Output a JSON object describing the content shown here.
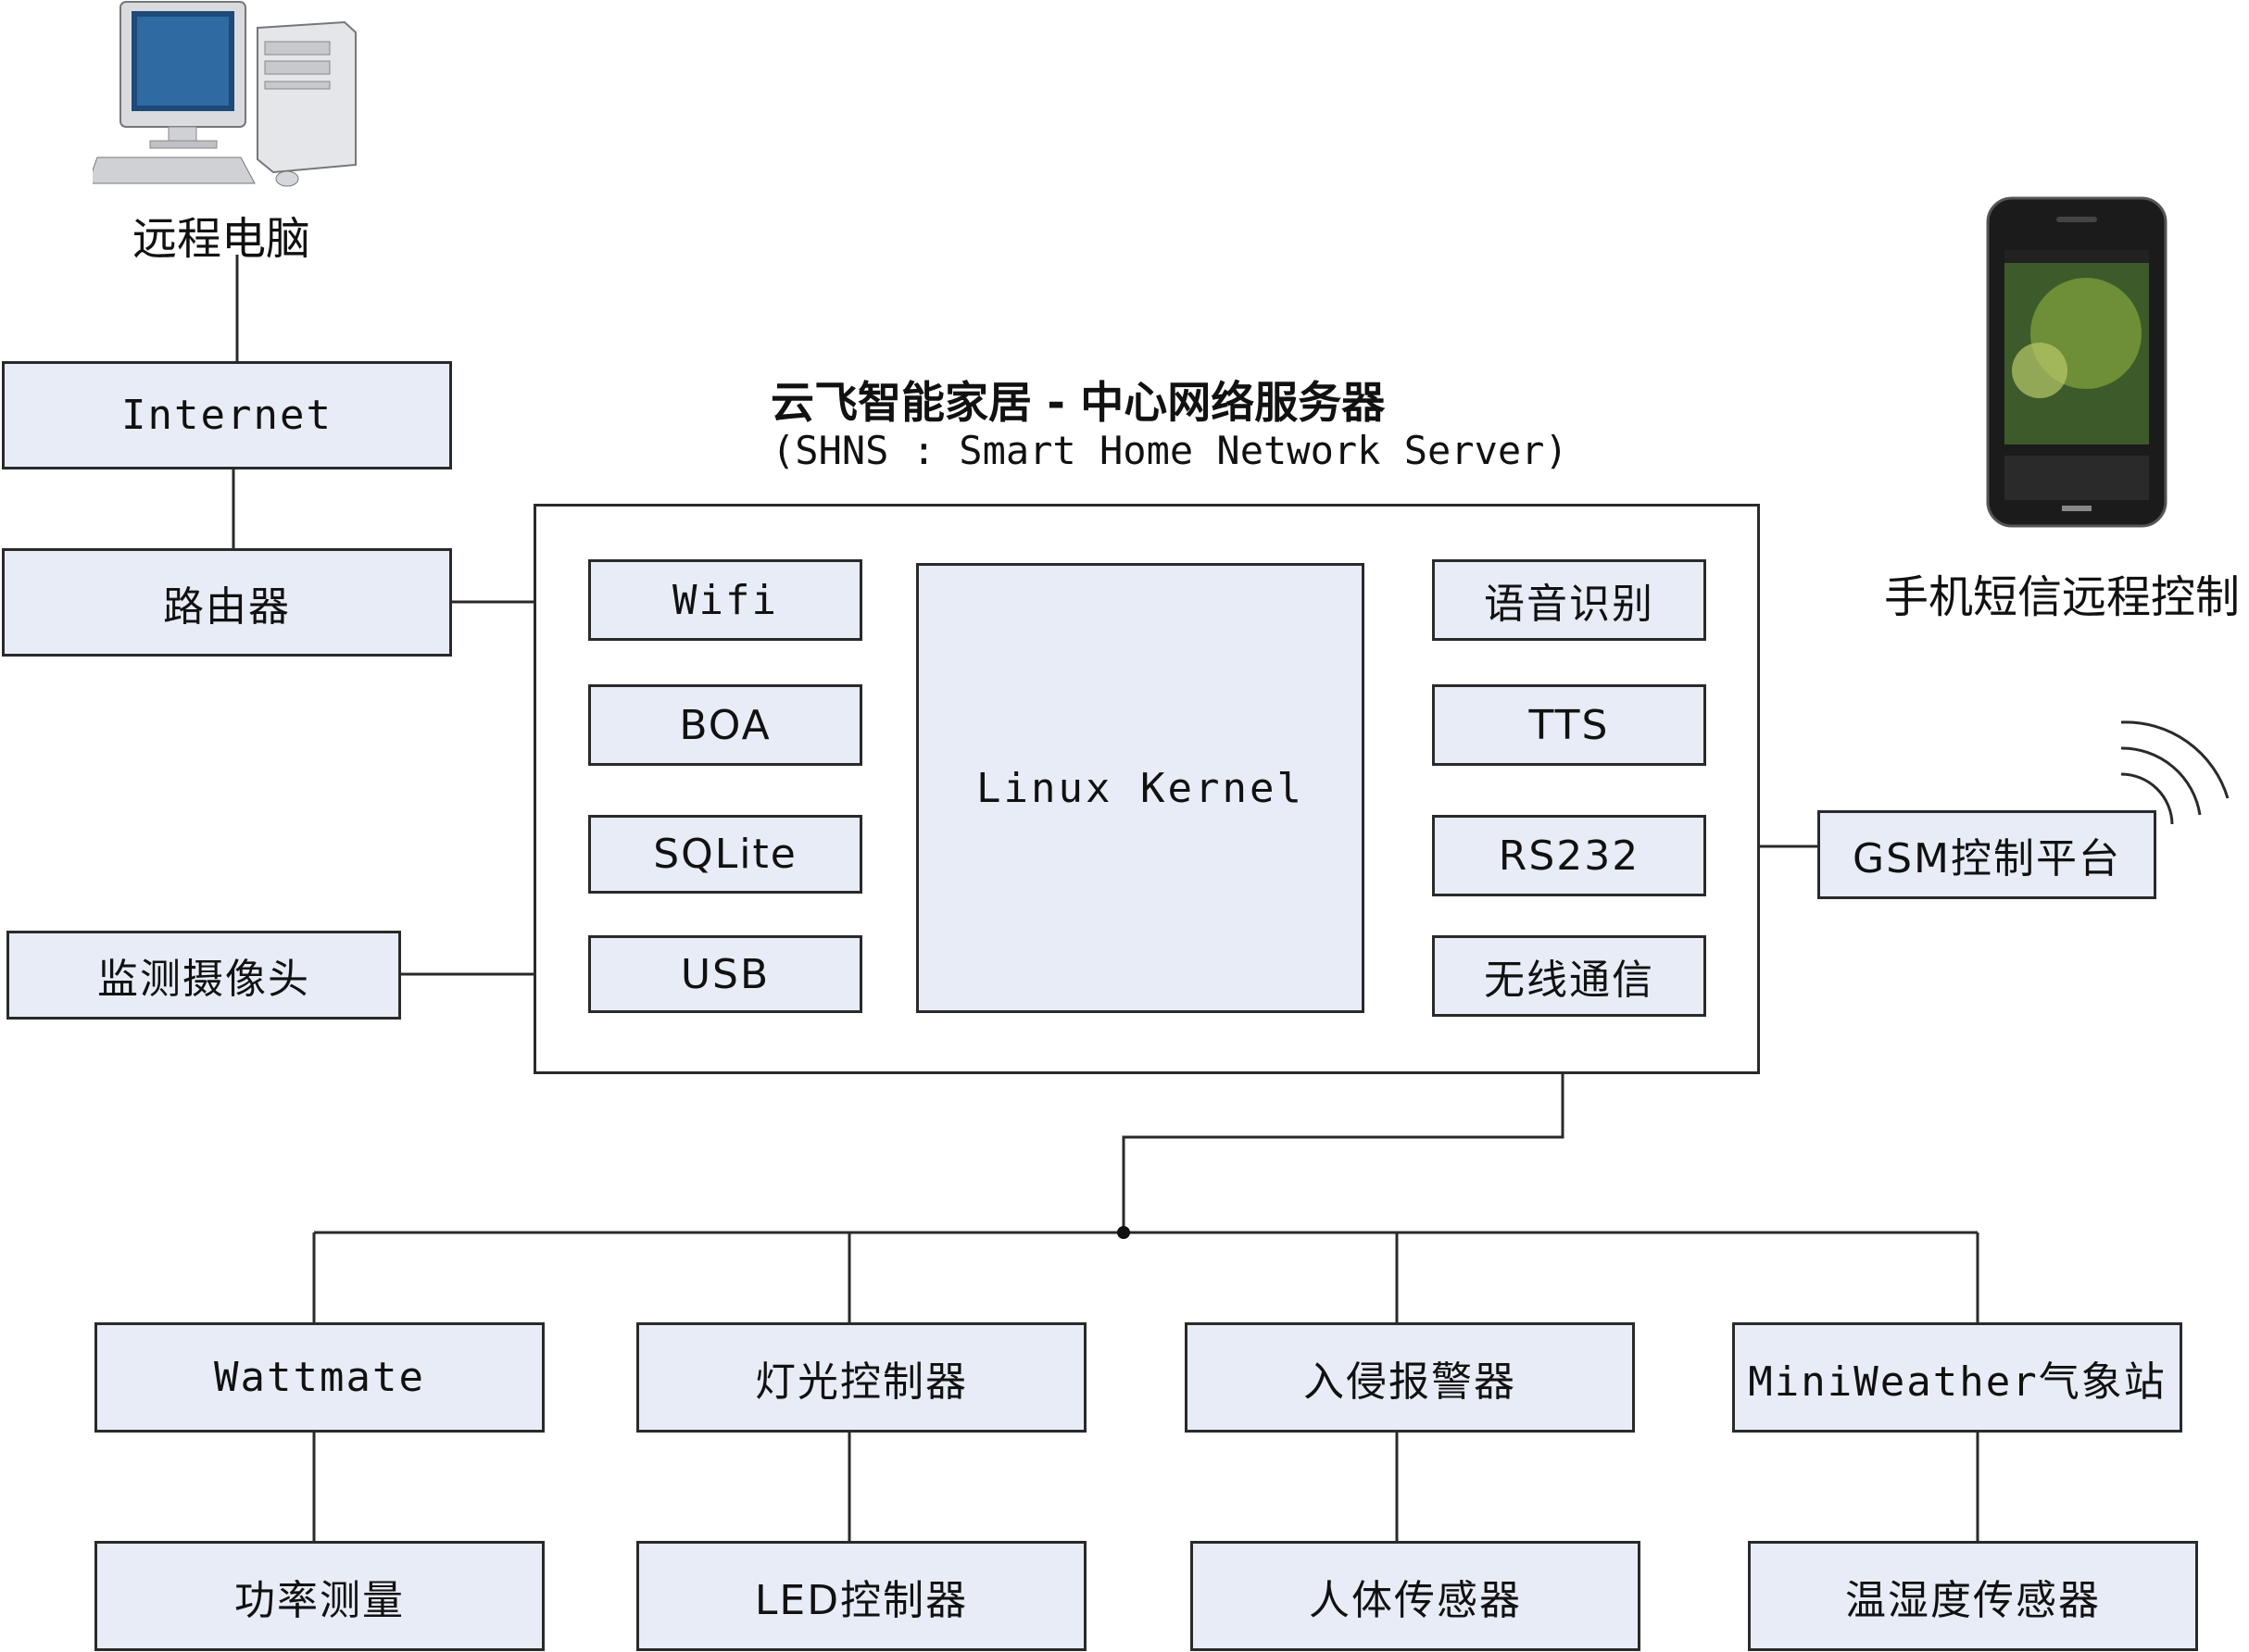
{
  "title": {
    "main": "云飞智能家居 - 中心网络服务器",
    "sub": "(SHNS : Smart Home Network Server)"
  },
  "remote_pc": {
    "label": "远程电脑",
    "icon": "desktop-computer-icon"
  },
  "phone": {
    "label": "手机短信远程控制",
    "icon": "mobile-phone-icon"
  },
  "external": {
    "internet": "Internet",
    "router": "路由器",
    "camera": "监测摄像头",
    "gsm": "GSM控制平台"
  },
  "server": {
    "left_modules": [
      "Wifi",
      "BOA",
      "SQLite",
      "USB"
    ],
    "kernel": "Linux Kernel",
    "right_modules": [
      "语音识别",
      "TTS",
      "RS232",
      "无线通信"
    ]
  },
  "devices": [
    "Wattmate",
    "灯光控制器",
    "入侵报警器",
    "MiniWeather气象站"
  ],
  "sensors": [
    "功率测量",
    "LED控制器",
    "人体传感器",
    "温湿度传感器"
  ],
  "colors": {
    "box_fill": "#e7ecf6",
    "line": "#2a2a2a"
  }
}
